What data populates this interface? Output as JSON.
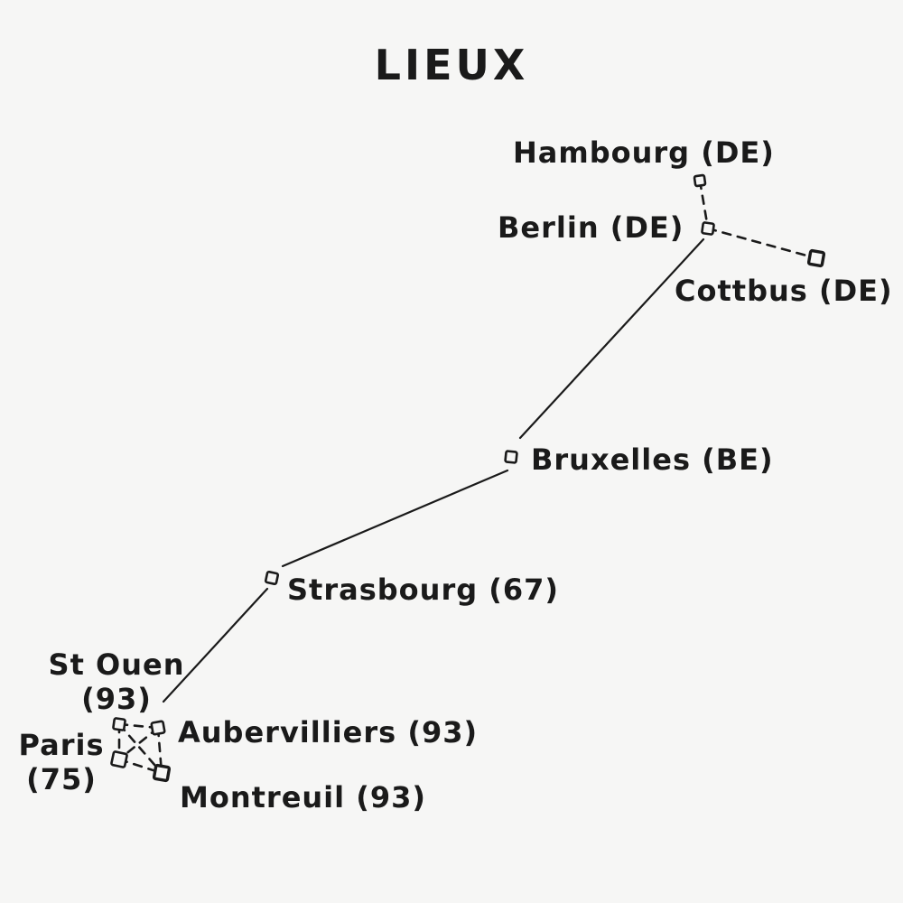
{
  "title": "LIEUX",
  "places": {
    "hambourg": "Hambourg (DE)",
    "berlin": "Berlin (DE)",
    "cottbus": "Cottbus (DE)",
    "bruxelles": "Bruxelles (BE)",
    "strasbourg": "Strasbourg (67)",
    "stouen": {
      "line1": "St Ouen",
      "line2": "(93)"
    },
    "paris": {
      "line1": "Paris",
      "line2": "(75)"
    },
    "aubervilliers": "Aubervilliers (93)",
    "montreuil": "Montreuil (93)"
  },
  "connections": [
    {
      "from": "hambourg",
      "to": "berlin",
      "style": "dashed"
    },
    {
      "from": "berlin",
      "to": "cottbus",
      "style": "dashed"
    },
    {
      "from": "berlin",
      "to": "bruxelles",
      "style": "solid"
    },
    {
      "from": "bruxelles",
      "to": "strasbourg",
      "style": "solid"
    },
    {
      "from": "strasbourg",
      "to": "stouen",
      "style": "solid"
    },
    {
      "from": "stouen",
      "to": "aubervilliers",
      "style": "dashed"
    },
    {
      "from": "stouen",
      "to": "paris",
      "style": "dashed"
    },
    {
      "from": "stouen",
      "to": "montreuil",
      "style": "dashed"
    },
    {
      "from": "aubervilliers",
      "to": "paris",
      "style": "dashed"
    },
    {
      "from": "aubervilliers",
      "to": "montreuil",
      "style": "dashed"
    },
    {
      "from": "paris",
      "to": "montreuil",
      "style": "dashed"
    }
  ],
  "colors": {
    "ink": "#1a1a1a",
    "paper": "#f6f6f5"
  }
}
